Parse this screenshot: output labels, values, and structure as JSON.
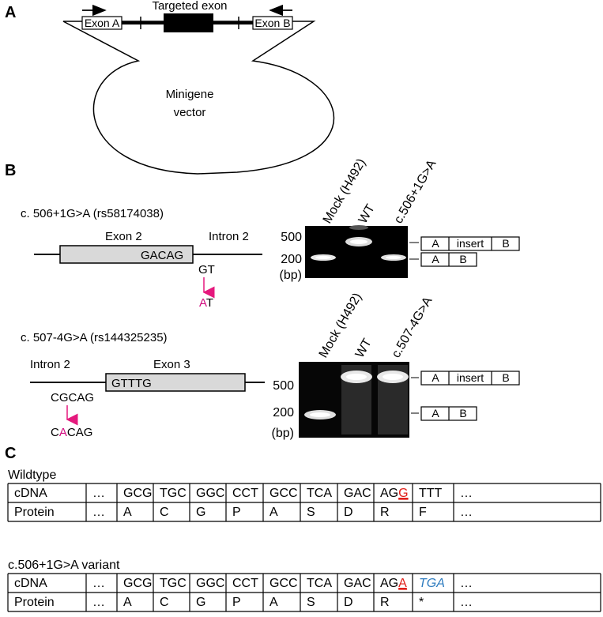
{
  "colors": {
    "accent_pink": "#e5197d",
    "accent_red": "#e0201a",
    "accent_blue": "#2d7bbf"
  },
  "panel_a": {
    "letter": "A",
    "targeted_exon": "Targeted exon",
    "exon_a": "Exon A",
    "exon_b": "Exon B",
    "vector_line1": "Minigene",
    "vector_line2": "vector"
  },
  "panel_b": {
    "letter": "B",
    "variant1": {
      "title": "c. 506+1G>A (rs58174038)",
      "exon": "Exon 2",
      "intron": "Intron 2",
      "exon_seq": "GACAG",
      "wt_seq": "GT",
      "mut_seq_1": "A",
      "mut_seq_2": "T"
    },
    "variant2": {
      "title": "c. 507-4G>A (rs144325235)",
      "intron": "Intron 2",
      "exon": "Exon 3",
      "exon_seq": "GTTTG",
      "wt_seq": "CGCAG",
      "mut_seq_1": "C",
      "mut_seq_2": "A",
      "mut_seq_3": "CAG"
    },
    "gel1": {
      "lanes": [
        "Mock (H492)",
        "WT",
        "c.506+1G>A"
      ],
      "marker_500": "500",
      "marker_200": "200",
      "unit": "(bp)"
    },
    "gel2": {
      "lanes": [
        "Mock (H492)",
        "WT",
        "c.507-4G>A"
      ],
      "marker_500": "500",
      "marker_200": "200",
      "unit": "(bp)"
    },
    "product": {
      "a": "A",
      "insert": "insert",
      "b": "B"
    }
  },
  "panel_c": {
    "letter": "C",
    "wildtype_label": "Wildtype",
    "variant_label": "c.506+1G>A variant",
    "ellipsis": "…",
    "wt_cdna": {
      "label": "cDNA",
      "codons": [
        "GCG",
        "TGC",
        "GGC",
        "CCT",
        "GCC",
        "TCA",
        "GAC"
      ],
      "ag": "AG",
      "last_base": "G",
      "next": "TTT"
    },
    "wt_protein": {
      "label": "Protein",
      "aa": [
        "A",
        "C",
        "G",
        "P",
        "A",
        "S",
        "D",
        "R",
        "F"
      ]
    },
    "var_cdna": {
      "label": "cDNA",
      "codons": [
        "GCG",
        "TGC",
        "GGC",
        "CCT",
        "GCC",
        "TCA",
        "GAC"
      ],
      "ag": "AG",
      "last_base": "A",
      "next": "TGA"
    },
    "var_protein": {
      "label": "Protein",
      "aa": [
        "A",
        "C",
        "G",
        "P",
        "A",
        "S",
        "D",
        "R",
        "*"
      ]
    }
  }
}
